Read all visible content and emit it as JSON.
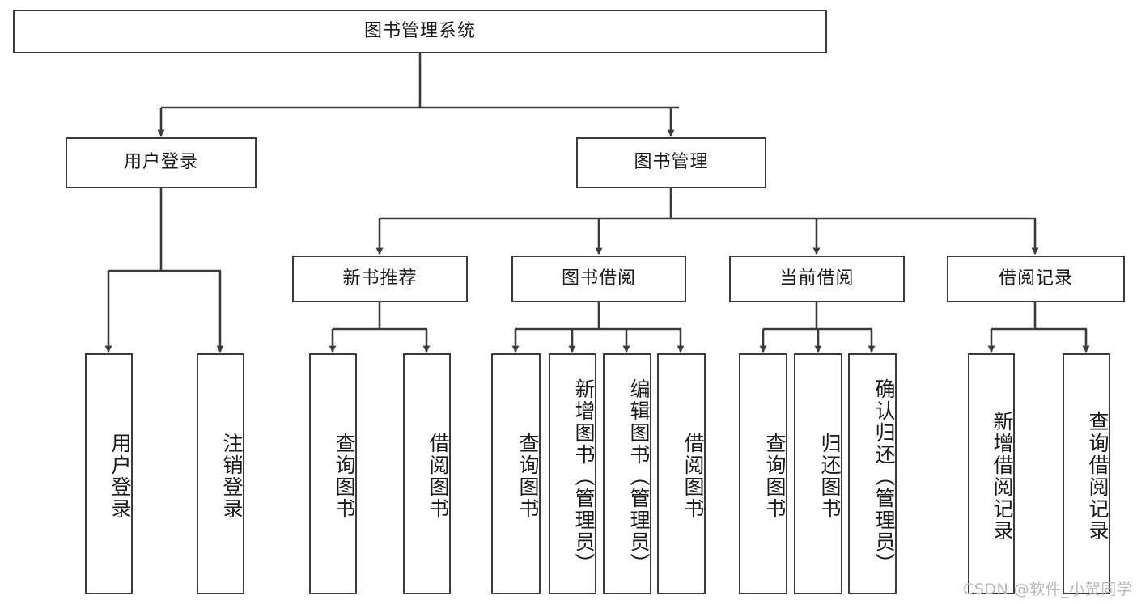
{
  "diagram": {
    "title": "图书管理系统",
    "root": {
      "label": "图书管理系统"
    },
    "level2": [
      {
        "label": "用户登录"
      },
      {
        "label": "图书管理"
      }
    ],
    "level3": [
      {
        "label": "新书推荐"
      },
      {
        "label": "图书借阅"
      },
      {
        "label": "当前借阅"
      },
      {
        "label": "借阅记录"
      }
    ],
    "leaves": {
      "user_login": [
        {
          "label": "用户登录"
        },
        {
          "label": "注销登录"
        }
      ],
      "new_book_recommend": [
        {
          "label": "查询图书"
        },
        {
          "label": "借阅图书"
        }
      ],
      "book_borrow": [
        {
          "label": "查询图书"
        },
        {
          "label": "新增图书（管理员）"
        },
        {
          "label": "编辑图书（管理员）"
        },
        {
          "label": "借阅图书"
        }
      ],
      "current_borrow": [
        {
          "label": "查询图书"
        },
        {
          "label": "归还图书"
        },
        {
          "label": "确认归还（管理员）"
        }
      ],
      "borrow_record": [
        {
          "label": "新增借阅记录"
        },
        {
          "label": "查询借阅记录"
        }
      ]
    }
  },
  "watermark": {
    "text": "CSDN @软件_小贺同学"
  },
  "colors": {
    "stroke": "#3b3b3b",
    "background": "#ffffff",
    "text": "#1a1a1a",
    "watermark": "#b9b9b9"
  }
}
